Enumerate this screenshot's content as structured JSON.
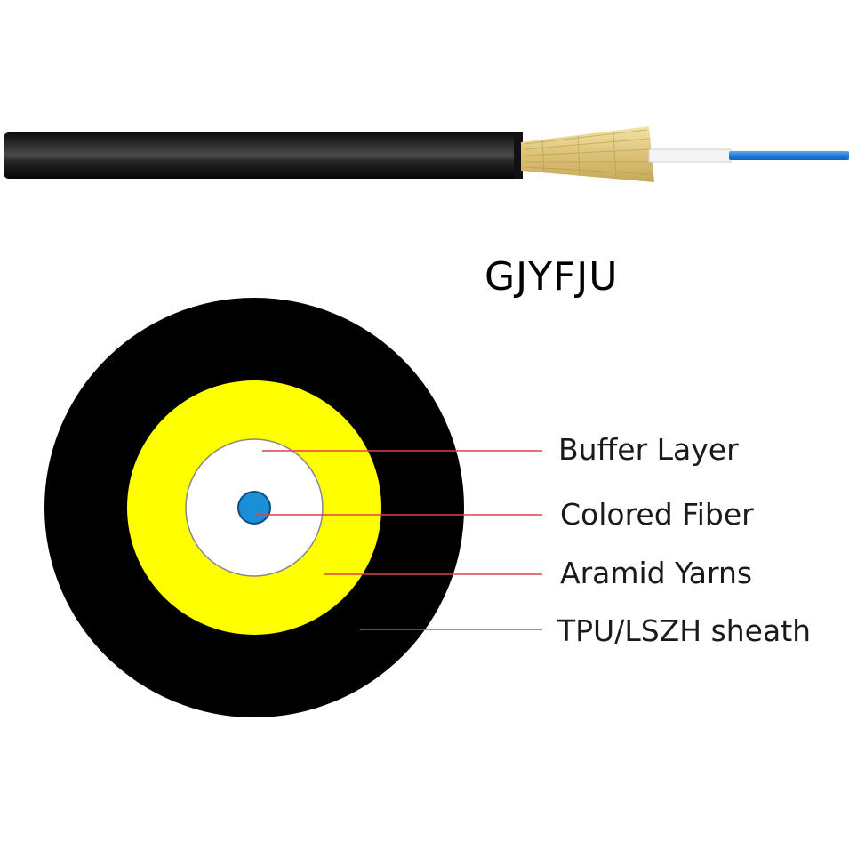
{
  "title": "GJYFJU",
  "layers": [
    {
      "id": "buffer",
      "label": "Buffer Layer"
    },
    {
      "id": "fiber",
      "label": "Colored Fiber"
    },
    {
      "id": "aramid",
      "label": "Aramid Yarns"
    },
    {
      "id": "sheath",
      "label": "TPU/LSZH sheath"
    }
  ],
  "colors": {
    "sheath": "#000000",
    "aramid": "#ffff00",
    "buffer": "#ffffff",
    "fiber": "#1a8fd6",
    "leader": "#e0404a",
    "yarn": "#e9d28a"
  }
}
